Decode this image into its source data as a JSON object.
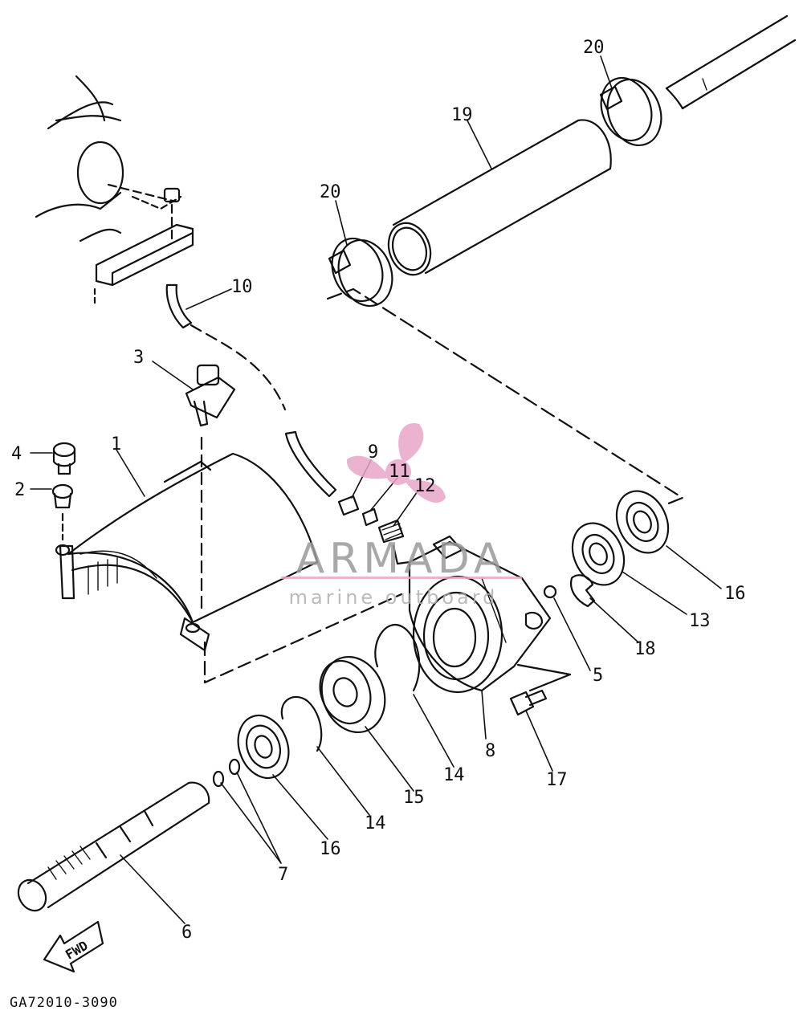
{
  "diagram": {
    "callouts": {
      "c1": "1",
      "c2": "2",
      "c3": "3",
      "c4": "4",
      "c5": "5",
      "c6": "6",
      "c7": "7",
      "c8": "8",
      "c9": "9",
      "c10": "10",
      "c11": "11",
      "c12": "12",
      "c13": "13",
      "c14a": "14",
      "c14b": "14",
      "c15": "15",
      "c16a": "16",
      "c16b": "16",
      "c17": "17",
      "c18": "18",
      "c19": "19",
      "c20a": "20",
      "c20b": "20"
    },
    "fwd_label": "FWD",
    "drawing_code": "GA72010-3090"
  },
  "watermark": {
    "brand": "ARMADA",
    "tagline": "marine outboard",
    "accent_color": "#e8a6c8"
  }
}
